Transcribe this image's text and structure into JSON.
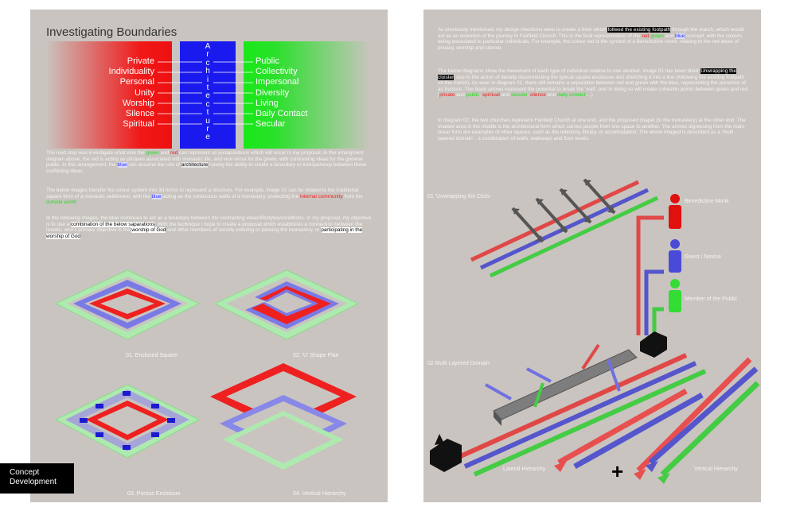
{
  "left": {
    "title": "Investigating Boundaries",
    "private_words": [
      "Private",
      "Individuality",
      "Personal",
      "Unity",
      "Worship",
      "Silence",
      "Spiritual"
    ],
    "public_words": [
      "Public",
      "Collectivity",
      "Impersonal",
      "Diversity",
      "Living",
      "Daily Contact",
      "Secular"
    ],
    "architecture_letters": [
      "A",
      "r",
      "c",
      "h",
      "i",
      "t",
      "e",
      "c",
      "t",
      "u",
      "r",
      "e"
    ],
    "para1": {
      "a": "The next step was investigate what else the ",
      "green": "green",
      "b": " and ",
      "red": "red",
      "c": " can represent as juxtapositions which will occur in my proposal.  In the arrangment diagram above, the red is acting as phrases associated with monastic life, and vice versa for the green, with contrasting ideas for the general public.  In this arrangement, the ",
      "blue": "blue",
      "d": " can assume the role of ",
      "architecture": "architecture",
      "e": " having the ability to create a boundary or transparency between these conflicting ideas."
    },
    "para2": {
      "a": "The below images transfer the colour system into 3d forms to represent a structure.  For example, image 01 can be related to the traditional square form of a monastic settlement, with the ",
      "blue": "blue",
      "b": " acting as the continuous walls of a monastery, protecting the ",
      "internal": "internal community",
      "c": " from the ",
      "outside": "outside world"
    },
    "para3": {
      "a": "In the following images, the blue continues to act as a boundary between the contrasting ideas/lifestyles/conditions. In my proposal, my objective is to use a ",
      "combo": "combination of the below saparations",
      "b": ".  With the technique I hope to create a proposal which establishes a connection between the monks, who's primary objective is the ",
      "worship": "worship of God",
      "c": " and other members of society entering or passing the monastery, or ",
      "participating": "participating in the worship of God"
    },
    "captions": [
      "01. Enclosed Square",
      "02. 'U' Shape Plan",
      "03. Porous Enclosure",
      "04. Vertical Hierarchy"
    ],
    "concept_label": [
      "Concept",
      "Development"
    ]
  },
  "right": {
    "para1": {
      "a": "As previously mentioned, my design intentions were to create a from which ",
      "follow": "follwed the existing footpath",
      "b": " through the marsh, which would act as an extention of the journey to Fairfield Church.  This is the final representation of the ",
      "red": "red",
      "green": "green",
      "and": " and ",
      "blue": "blue",
      "c": " concept, with the colours being associated to particular individuals.  For example, the colour red is the symbol of a Benedictine monk, relating to the red ideas of privacy, worship and silence."
    },
    "para2": {
      "a": "The below diagrams show the movement of each type of individual relative to one another.  Image 01 has been titled '",
      "unwrap": "Unwrapping the cloister",
      "b": "' due to the action of literally disconnecting the typical square enclosure and stretching it into a line (following the existing footpath on the marsh).  As seen in diagram 01, there still remains a separation between red and green with the blue, representing the presence of as tructure.  The black arrows represent the potential to break the 'wall', and in doing so will create cohesion points between green and red (",
      "private": "private",
      "and1": " and ",
      "public": "public",
      "c": ", ",
      "spiritual": "spiritual",
      "and2": " and ",
      "secular": "secular",
      "d": ", ",
      "silence": "silence",
      "and3": " and ",
      "daily": "daily contact",
      "e": "....)"
    },
    "para3": "In diagram 02, the two churches represent Fairfield Church at one end, and the proposed chapel (in the monastery) at the other end.  The shaded area in the middle is the architectural form which carries people from one space to another.  The arrows digressing from the main linear form are examples of other spaces, such as the refectory, library, or accomodation.  The whole imaged is described as a 'multi layered domain' , a combination of walls, walkways and floor levels.",
    "labels": {
      "unwrapping": "01 'Unwrapping  the Clois-",
      "multi": "02 Multi Layered Domain",
      "monk": "Benedictine Monk",
      "guest": "Guest / Novice",
      "public": "Member of the Public",
      "lateral": "Lateral Hierarchy",
      "vertical": "Vertical Hierarchy",
      "plus": "+"
    }
  },
  "colors": {
    "panel": "#c9c4bf",
    "red": "#ee1a1a",
    "green": "#22dd22",
    "blue": "#1a1aee"
  }
}
